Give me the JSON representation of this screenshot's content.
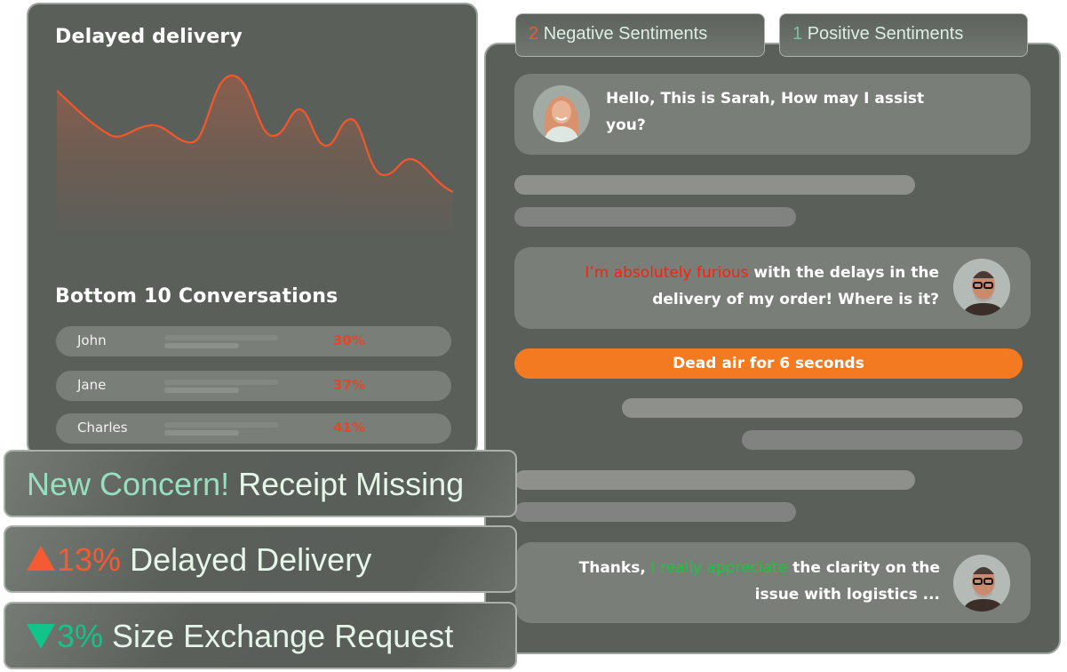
{
  "chart_panel": {
    "title": "Delayed delivery"
  },
  "chart_data": {
    "type": "area",
    "title": "Delayed delivery",
    "xlabel": "",
    "ylabel": "",
    "grid": false,
    "legend": "none",
    "line_color": "#f4582a",
    "x": [
      0,
      1,
      2,
      3,
      4,
      5,
      6,
      7,
      8,
      9,
      10,
      11
    ],
    "values": [
      78,
      46,
      53,
      40,
      88,
      45,
      63,
      36,
      57,
      28,
      37,
      20
    ],
    "ylim": [
      0,
      100
    ],
    "note": "Unlabeled smooth area chart; values estimated relative to plot height"
  },
  "conversations": {
    "title": "Bottom 10 Conversations",
    "rows": [
      {
        "name": "John",
        "score": "30%"
      },
      {
        "name": "Jane",
        "score": "37%"
      },
      {
        "name": "Charles",
        "score": "41%"
      }
    ]
  },
  "banners": {
    "concern": {
      "label": "New Concern!",
      "topic": "Receipt Missing"
    },
    "increase": {
      "delta": "13%",
      "topic": "Delayed Delivery",
      "direction": "up",
      "color": "#f45b32"
    },
    "decrease": {
      "delta": "3%",
      "topic": "Size Exchange Request",
      "direction": "down",
      "color": "#12c38a"
    }
  },
  "sentiment_tabs": {
    "negative": {
      "count": "2",
      "label": "Negative Sentiments",
      "color": "#f05a2d"
    },
    "positive": {
      "count": "1",
      "label": "Positive Sentiments",
      "color": "#77c39d"
    }
  },
  "transcript": {
    "agent_message": {
      "speaker": "Sarah",
      "text": "Hello, This is Sarah, How may I assist you?"
    },
    "customer_message_1": {
      "highlight": "I’m absolutely furious",
      "rest": " with the delays in the delivery of my order! Where is it?",
      "sentiment": "negative"
    },
    "dead_air": "Dead air for 6 seconds",
    "customer_message_2": {
      "prefix": "Thanks, ",
      "highlight": "I really appreciate",
      "rest": " the clarity on the issue with logistics ...",
      "sentiment": "positive"
    }
  },
  "colors": {
    "panel_bg": "#5b5f5a",
    "bubble_bg": "#7a7e79",
    "dead_air": "#f47a22",
    "negative_highlight": "#ff1e0a",
    "positive_highlight": "#1bc53c"
  }
}
